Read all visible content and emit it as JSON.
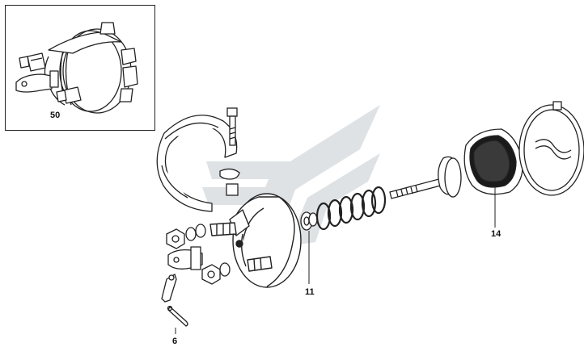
{
  "callouts": {
    "assembly_label": "50",
    "diaphragm_label": "14",
    "nut_label": "11",
    "pin_label": "6"
  },
  "colors": {
    "line": "#222222",
    "watermark": "#d9dde0",
    "background": "#ffffff"
  },
  "watermark": {
    "icon": "brand-logo-watermark"
  }
}
